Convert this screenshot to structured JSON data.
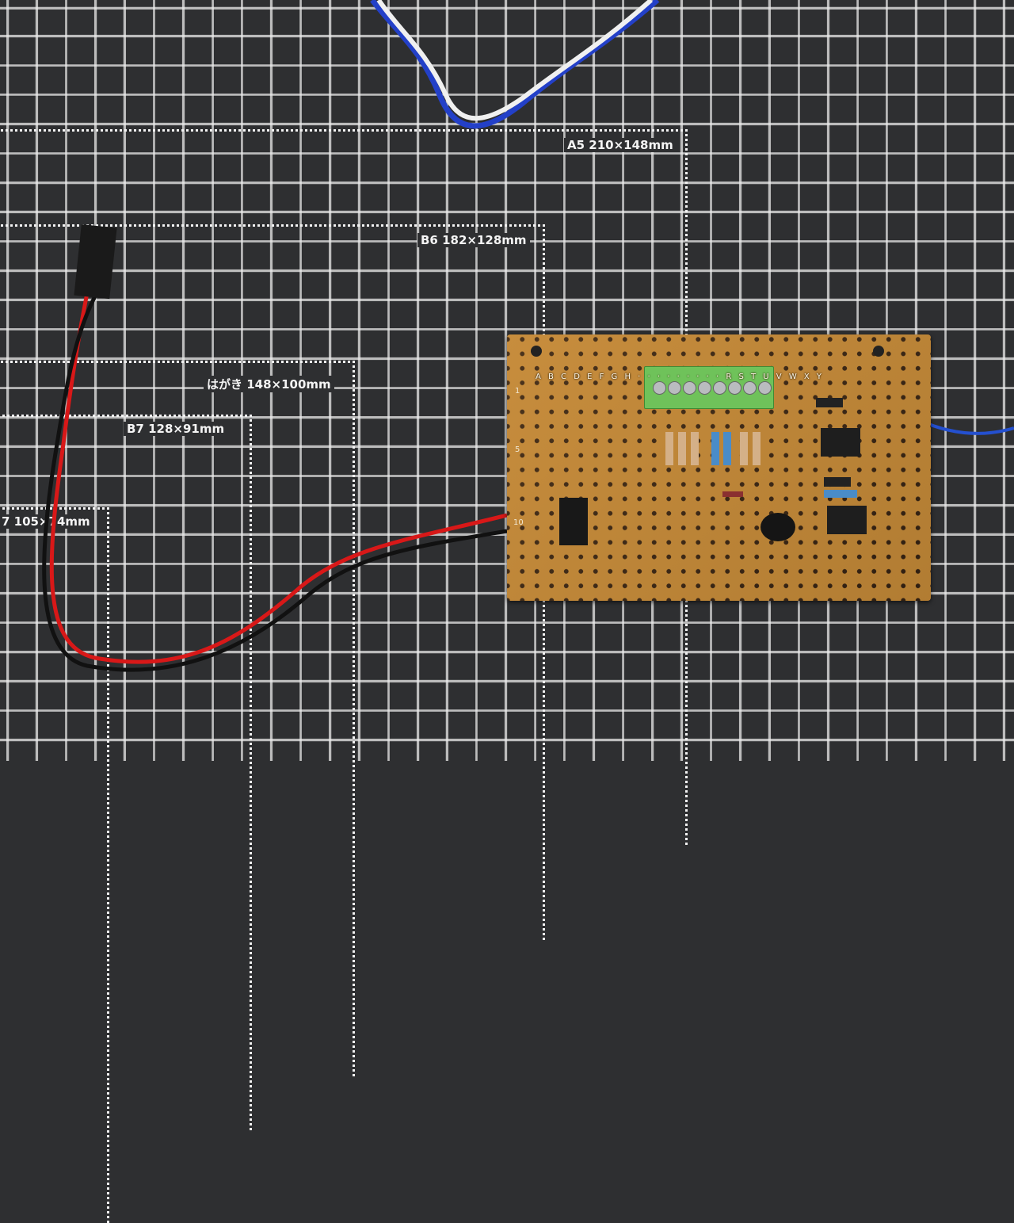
{
  "mat_labels": {
    "a5": "A5 210×148mm",
    "b6": "B6 182×128mm",
    "hagaki": "はがき 148×100mm",
    "b7": "B7 128×91mm",
    "a7": "7 105×74mm"
  },
  "pcb": {
    "columns": "A B C D E F G H · · · · · · · · · R S T U V W X Y",
    "row_1": "1",
    "row_5": "5",
    "row_10": "10"
  },
  "colors": {
    "mat": "#2e2f31",
    "board": "#c08a3a",
    "terminal": "#6fc25a"
  }
}
